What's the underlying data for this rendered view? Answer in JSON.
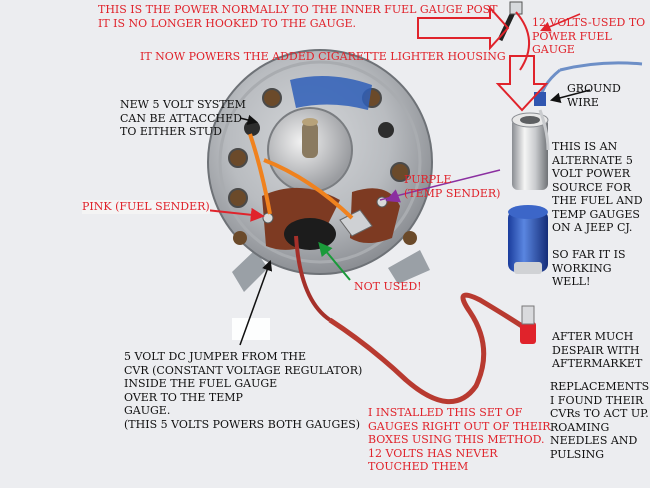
{
  "annotations": {
    "top_power": "THIS IS THE POWER NORMALLY TO THE INNER FUEL GAUGE POST\nIT IS NO LONGER HOOKED TO THE GAUGE.",
    "lighter": "IT NOW POWERS THE ADDED CIGARETTE LIGHTER HOUSING",
    "twelve_volts": "12 VOLTS-USED TO\nPOWER FUEL\nGAUGE",
    "ground": "GROUND\nWIRE",
    "new_system": "NEW 5 VOLT SYSTEM\nCAN BE ATTACCHED\nTO EITHER STUD",
    "purple": "PURPLE\n(TEMP SENDER)",
    "pink": "PINK (FUEL SENDER)",
    "alternate": "THIS IS AN\nALTERNATE 5\nVOLT POWER\nSOURCE FOR\nTHE FUEL AND\nTEMP GAUGES\nON A JEEP CJ.",
    "working": "SO FAR IT IS\nWORKING\nWELL!",
    "not_used": "NOT USED!",
    "despair": "AFTER MUCH\nDESPAIR WITH\nAFTERMARKET",
    "replacements": "REPLACEMENTS\nI FOUND THEIR\nCVRs TO ACT UP.\nROAMING\nNEEDLES AND\nPULSING",
    "jumper": "5 VOLT DC JUMPER FROM THE\nCVR (CONSTANT VOLTAGE REGULATOR)\nINSIDE THE FUEL GAUGE\nOVER TO THE TEMP\nGAUGE.\n(THIS 5 VOLTS POWERS BOTH GAUGES)",
    "installed": "I INSTALLED THIS SET OF\nGAUGES RIGHT OUT OF THEIR\nBOXES USING THIS METHOD.\n12 VOLTS HAS NEVER\nTOUCHED THEM"
  },
  "colors": {
    "annotation_red": "#e0232b",
    "annotation_purple": "#8b2fa0",
    "annotation_green": "#1a9a3a",
    "annotation_black": "#111111"
  }
}
